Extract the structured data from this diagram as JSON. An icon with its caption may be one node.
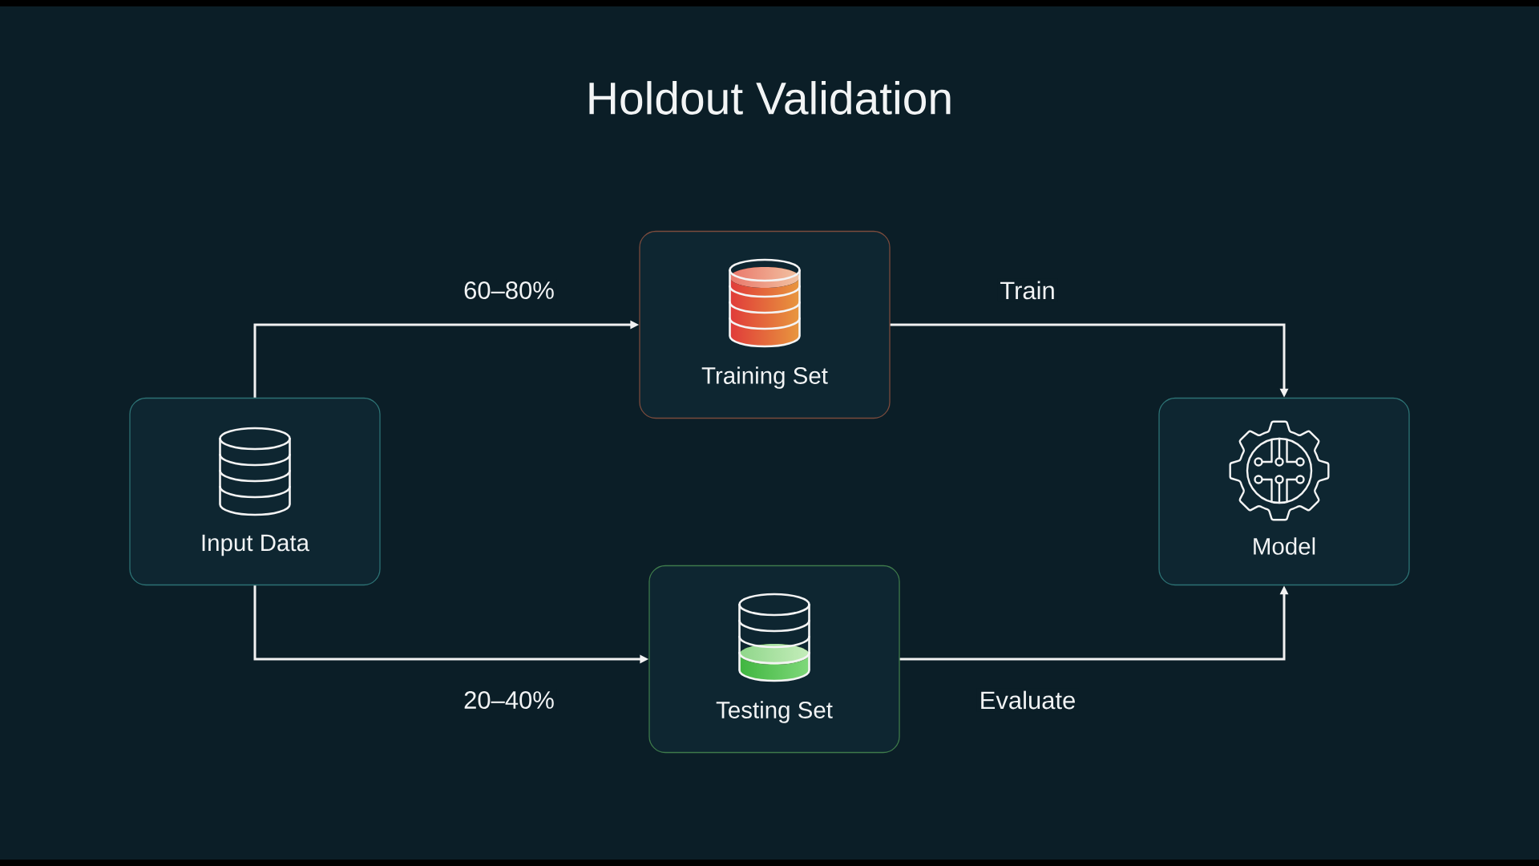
{
  "diagram": {
    "title": "Holdout Validation",
    "nodes": [
      {
        "text": [
          "Input Data"
        ]
      },
      {
        "text": [
          "Training Set"
        ]
      },
      {
        "text": [
          "Testing Set"
        ]
      },
      {
        "text": [
          "Model"
        ]
      }
    ],
    "edges": [
      {
        "from": 0,
        "to": 1,
        "arrow": "to",
        "label": "60–80%"
      },
      {
        "from": 0,
        "to": 2,
        "arrow": "to",
        "label": "20–40%"
      },
      {
        "from": 1,
        "to": 3,
        "arrow": "to",
        "label": "Train"
      },
      {
        "from": 2,
        "to": 3,
        "arrow": "to",
        "label": "Evaluate"
      }
    ]
  }
}
